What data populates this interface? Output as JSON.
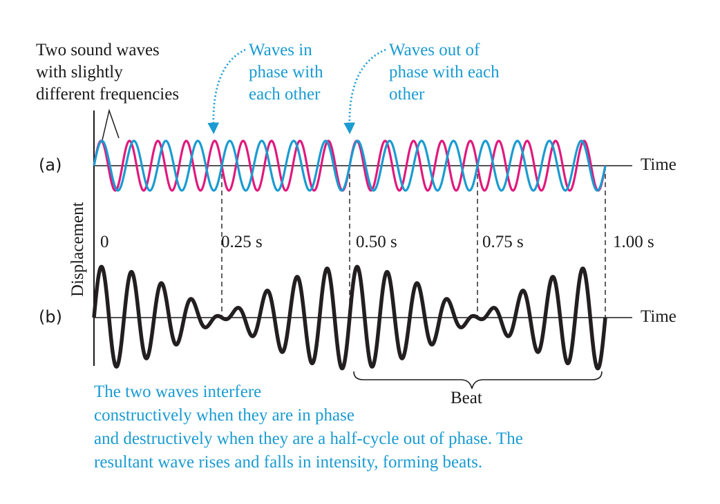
{
  "annotations": {
    "two_waves": [
      "Two sound waves",
      "with slightly",
      "different frequencies"
    ],
    "in_phase": [
      "Waves in",
      "phase with",
      "each other"
    ],
    "out_of_phase": [
      "Waves out of",
      "phase with each",
      "other"
    ]
  },
  "panels": {
    "a": "(a)",
    "b": "(b)"
  },
  "axes": {
    "x_label_a": "Time",
    "x_label_b": "Time",
    "y_label": "Displacement"
  },
  "time_ticks": [
    "0",
    "0.25 s",
    "0.50 s",
    "0.75 s",
    "1.00 s"
  ],
  "beat_label": "Beat",
  "caption": [
    "The two waves interfere",
    "constructively when they are in phase",
    "and destructively when they are a half-cycle out of phase.  The",
    "resultant wave rises and falls in intensity, forming beats."
  ],
  "chart_data": {
    "type": "line",
    "xlabel": "Time",
    "ylabel": "Displacement",
    "x_ticks": [
      0,
      0.25,
      0.5,
      0.75,
      1.0
    ],
    "xlim": [
      0,
      1.0
    ],
    "panel_a": {
      "series": [
        {
          "color": "#e0197d",
          "frequency_hz": 18
        },
        {
          "color": "#1a9bd1",
          "frequency_hz": 16
        }
      ],
      "in_phase_time_s": 0.25,
      "out_of_phase_time_s": 0.5
    },
    "panel_b": {
      "series": [
        {
          "color": "#231f20",
          "description": "sum of the two waves"
        }
      ],
      "beat_period_s": 0.5,
      "beat_frequency_hz": 2
    }
  },
  "colors": {
    "magenta_wave": "#e0197d",
    "cyan_wave": "#1a9bd1",
    "resultant_wave": "#231f20",
    "accent_text": "#1a9bd1",
    "text": "#1a1a1a"
  }
}
